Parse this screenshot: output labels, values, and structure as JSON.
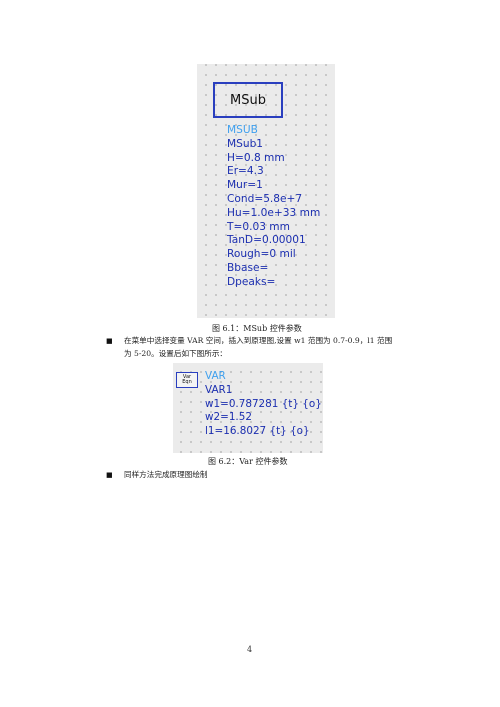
{
  "figure1": {
    "component_label": "MSub",
    "params": [
      "MSUB",
      "MSub1",
      "H=0.8 mm",
      "Er=4.3",
      "Mur=1",
      "Cond=5.8e+7",
      "Hu=1.0e+33 mm",
      "T=0.03 mm",
      "TanD=0.00001",
      "Rough=0 mil",
      "Bbase=",
      "Dpeaks="
    ],
    "caption": "图 6.1：MSub 控件参数"
  },
  "bullet1": {
    "mark": "■",
    "line1": "在菜单中选择变量 VAR 空间，插入到原理图,设置 w1 范围为 0.7-0.9，l1 范围",
    "line2": "为 5-20。设置后如下图所示："
  },
  "figure2": {
    "icon_line1": "Var",
    "icon_line2": "Eqn",
    "params": [
      "VAR",
      "VAR1",
      "w1=0.787281 {t} {o}",
      "w2=1.52",
      "l1=16.8027 {t} {o}"
    ],
    "caption": "图 6.2：Var 控件参数"
  },
  "bullet2": {
    "mark": "■",
    "text": "同样方法完成原理图绘制"
  },
  "page_number": "4"
}
